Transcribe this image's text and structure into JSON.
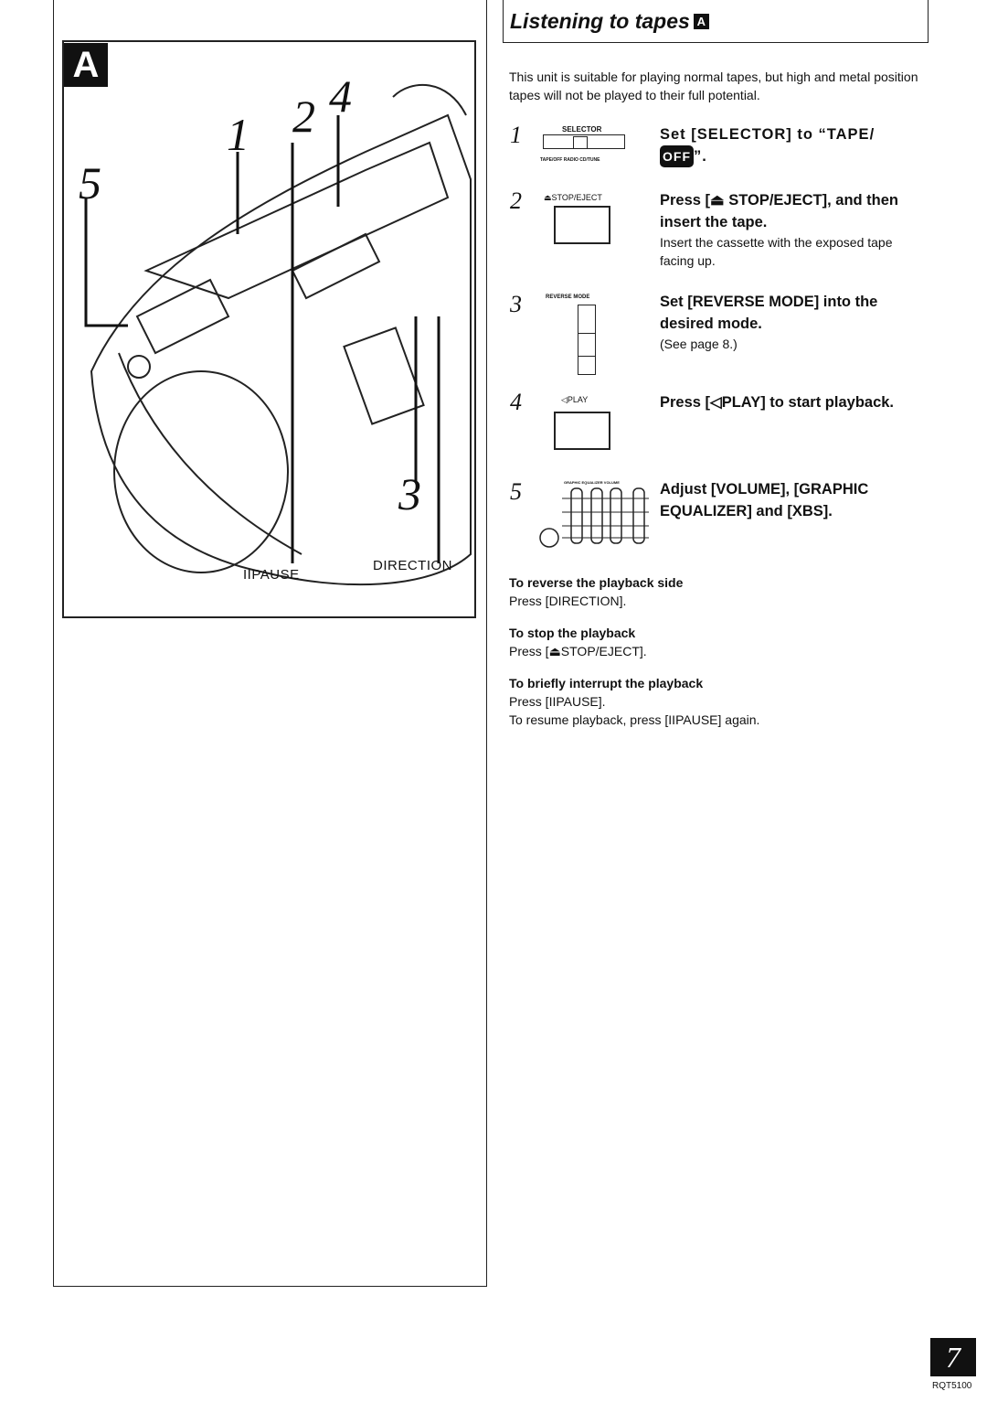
{
  "illustration": {
    "badge": "A",
    "callouts": [
      "1",
      "2",
      "4",
      "5",
      "3"
    ],
    "pause_label": "IIPAUSE",
    "direction_label": "DIRECTION"
  },
  "header": {
    "title": "Listening to tapes",
    "title_badge": "A"
  },
  "intro": "This unit is suitable for playing normal tapes, but high and metal position tapes will not be played to their full potential.",
  "steps": [
    {
      "num": "1",
      "icon_label": "SELECTOR",
      "icon_sub": "TAPE/OFF RADIO CD/TUNE",
      "heading": "Set [SELECTOR] to “TAPE/",
      "heading_badge": "OFF",
      "heading_end": "”.",
      "body": ""
    },
    {
      "num": "2",
      "icon_label": "⏏STOP/EJECT",
      "heading": "Press [⏏ STOP/EJECT], and then insert the tape.",
      "body": "Insert the cassette with the exposed tape facing up."
    },
    {
      "num": "3",
      "icon_label": "REVERSE MODE",
      "heading": "Set [REVERSE MODE] into the desired mode.",
      "body": "(See page 8.)"
    },
    {
      "num": "4",
      "icon_label": "◁PLAY",
      "heading": "Press [◁PLAY] to start playback.",
      "body": ""
    },
    {
      "num": "5",
      "icon_label": "GRAPHIC EQUALIZER   VOLUME",
      "heading": "Adjust [VOLUME], [GRAPHIC EQUALIZER] and [XBS].",
      "body": ""
    }
  ],
  "notes": [
    {
      "heading": "To reverse the playback side",
      "lines": [
        "Press [DIRECTION]."
      ]
    },
    {
      "heading": "To stop the playback",
      "lines": [
        "Press [⏏STOP/EJECT]."
      ]
    },
    {
      "heading": "To briefly interrupt the playback",
      "lines": [
        "Press [IIPAUSE].",
        "To resume playback, press [IIPAUSE] again."
      ]
    }
  ],
  "footer": {
    "page_number": "7",
    "code": "RQT5100"
  }
}
